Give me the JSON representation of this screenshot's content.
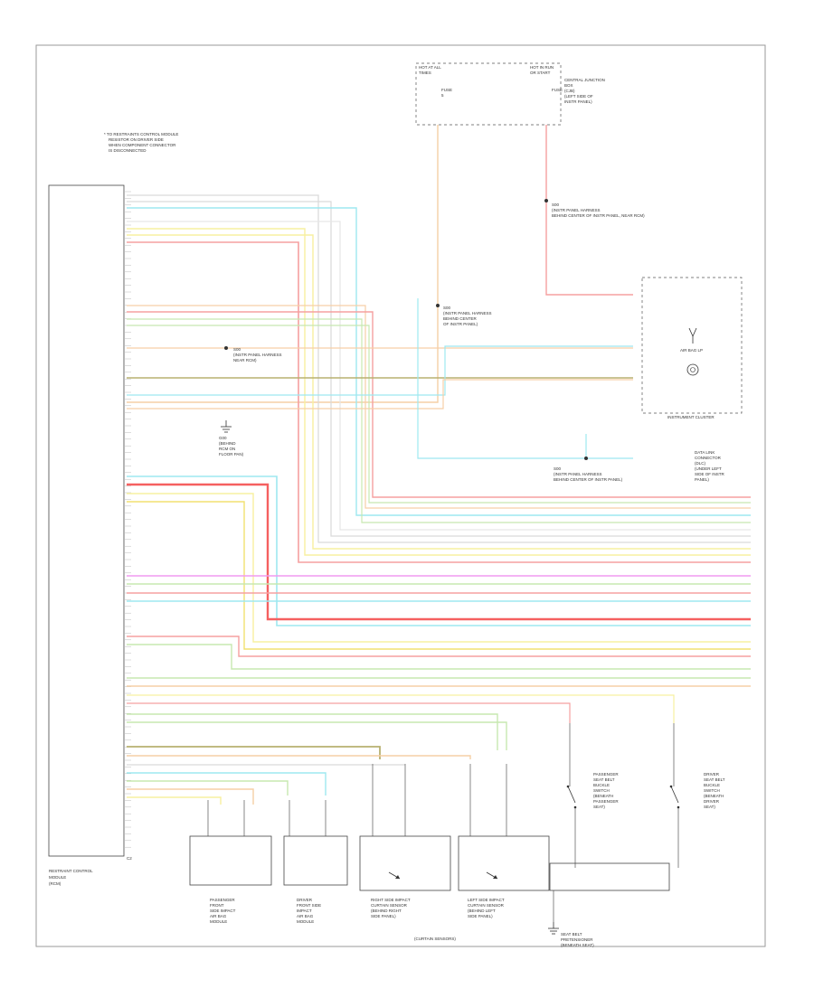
{
  "diagram": {
    "footer_code": "",
    "module_name_lines": [
      "RESTRAINT CONTROL",
      "MODULE",
      "(RCM)",
      ""
    ],
    "module_note_lines": [
      "* TO RESTRAINTS CONTROL MODULE",
      "RESISTOR ON DRIVER SIDE",
      "WHEN COMPONENT CONNECTOR",
      "IS DISCONNECTED",
      "",
      ""
    ],
    "module_pin_label": "C2",
    "fuse_left_lines": [
      "HOT AT ALL",
      "TIMES",
      "FUSE",
      "5",
      "",
      ""
    ],
    "fuse_right_lines": [
      "HOT IN RUN",
      "OR START",
      "FUSE",
      "",
      "",
      ""
    ],
    "cjb_lines": [
      "CENTRAL JUNCTION",
      "BOX",
      "(CJB)",
      "(LEFT SIDE OF",
      "INSTR PANEL)"
    ],
    "cluster_label": "INSTRUMENT CLUSTER",
    "airbag_label": "AIR BAG LP",
    "cluster_sublabels": [
      "",
      "",
      ""
    ],
    "splice_labels": [
      [
        "S00",
        "(INSTR PANEL HARNESS",
        "BEHIND CENTER",
        "OF INSTR PANEL)"
      ],
      [
        "S00",
        "(INSTR PANEL HARNESS",
        "BEHIND CENTER OF INSTR PANEL, NEAR RCM)"
      ],
      [
        "S00",
        "(INSTR PANEL HARNESS",
        "NEAR RCM)"
      ],
      [
        "S00",
        "(INSTR PANEL HARNESS",
        "BEHIND CENTER OF INSTR PANEL)"
      ]
    ],
    "ground_label_lines": [
      "G00",
      "(BEHIND",
      "RCM ON",
      "FLOOR PAN)"
    ],
    "data_link_lines": [
      "DATA LINK",
      "CONNECTOR",
      "(DLC)",
      "(UNDER LEFT",
      "SIDE OF INSTR",
      "PANEL)"
    ],
    "sensor_labels": [
      [
        "PASSENGER",
        "FRONT",
        "SIDE IMPACT",
        "AIR BAG",
        "MODULE"
      ],
      [
        "DRIVER",
        "FRONT SIDE",
        "IMPACT",
        "AIR BAG",
        "MODULE"
      ],
      [
        "RIGHT SIDE IMPACT",
        "CURTAIN SENSOR",
        "(BEHIND RIGHT",
        "SIDE PANEL)"
      ],
      [
        "LEFT SIDE IMPACT",
        "CURTAIN SENSOR",
        "(BEHIND LEFT",
        "SIDE PANEL)"
      ]
    ],
    "switch_labels": [
      [
        "PASSENGER",
        "SEAT BELT",
        "BUCKLE",
        "SWITCH",
        "(BENEATH",
        "PASSENGER",
        "SEAT)"
      ],
      [
        "DRIVER",
        "SEAT BELT",
        "BUCKLE",
        "SWITCH",
        "(BENEATH",
        "DRIVER",
        "SEAT)"
      ]
    ],
    "bottom_label": "(CURTAIN SENSORS)",
    "bottom_right_label_lines": [
      "SEAT BELT",
      "PRETENSIONER",
      "(BENEATH SEAT)"
    ]
  }
}
